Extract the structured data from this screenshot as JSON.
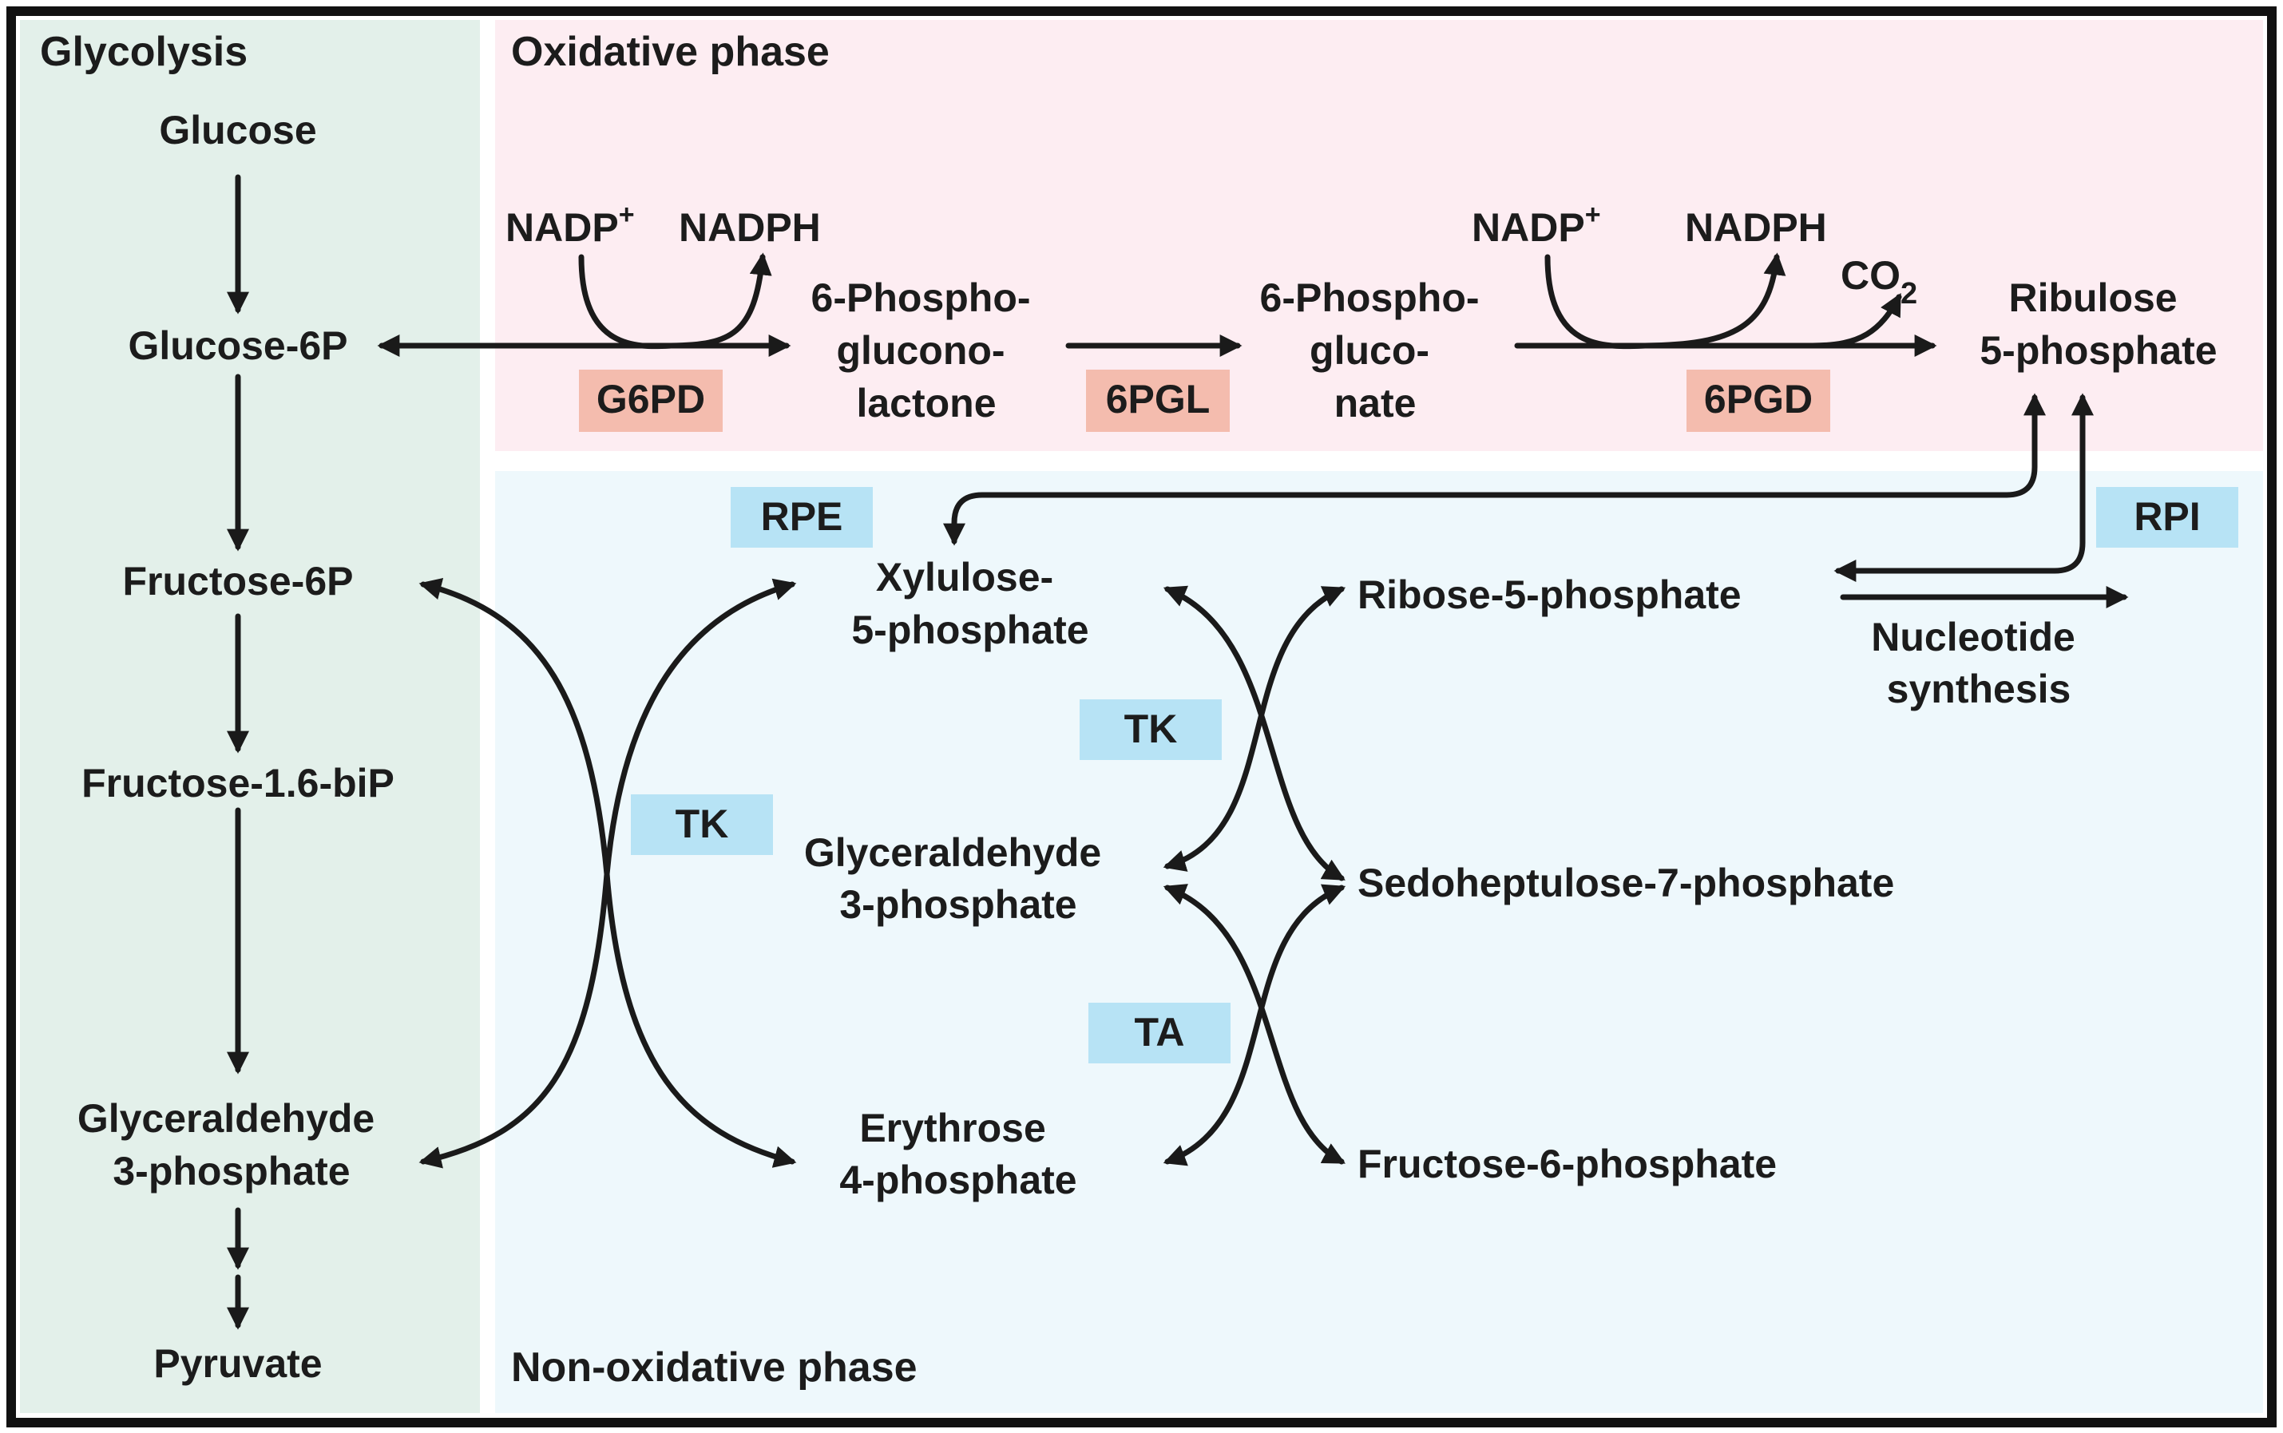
{
  "colors": {
    "glycolysis_panel": "#e3f0ea",
    "oxidative_panel": "#fdedf2",
    "nonoxidative_panel": "#eef8fc",
    "glycolysis_title": "#22b46c",
    "oxidative_title": "#e01d2a",
    "nonoxidative_title": "#24308c",
    "red_enzyme_box": "#f4bcae",
    "blue_enzyme_box": "#b7e3f5",
    "arrows_text": "#1a1a1a",
    "frame": "#111111"
  },
  "sections": {
    "glycolysis": "Glycolysis",
    "oxidative": "Oxidative phase",
    "nonoxidative": "Non-oxidative phase"
  },
  "glycolysis": {
    "glucose": "Glucose",
    "glucose6p": "Glucose-6P",
    "fructose6p": "Fructose-6P",
    "fructose16bip": "Fructose-1.6-biP",
    "gap": [
      "Glyceraldehyde",
      "3-phosphate"
    ],
    "pyruvate": "Pyruvate"
  },
  "oxidative": {
    "cofactor1_in": "NADP",
    "cofactor1_in_sup": "+",
    "cofactor1_out": "NADPH",
    "enzyme1": "G6PD",
    "product1": [
      "6-Phospho-",
      "glucono-",
      "lactone"
    ],
    "enzyme2": "6PGL",
    "product2": [
      "6-Phospho-",
      "gluco-",
      "nate"
    ],
    "cofactor2_in": "NADP",
    "cofactor2_in_sup": "+",
    "cofactor2_out": "NADPH",
    "co2": "CO",
    "co2_sub": "2",
    "enzyme3": "6PGD",
    "product3": [
      "Ribulose",
      "5-phosphate"
    ]
  },
  "nonoxidative": {
    "rpe": "RPE",
    "rpi": "RPI",
    "xylulose": [
      "Xylulose-",
      "5-phosphate"
    ],
    "ribose5p": "Ribose-5-phosphate",
    "nucleotide": [
      "Nucleotide",
      "synthesis"
    ],
    "tk_right": "TK",
    "tk_left": "TK",
    "gap": [
      "Glyceraldehyde",
      "3-phosphate"
    ],
    "s7p": "Sedoheptulose-7-phosphate",
    "ta": "TA",
    "e4p": [
      "Erythrose",
      "4-phosphate"
    ],
    "f6p": "Fructose-6-phosphate"
  }
}
